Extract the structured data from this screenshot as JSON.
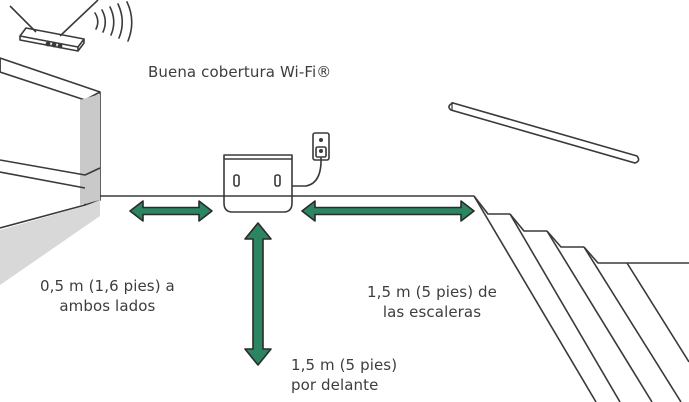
{
  "labels": {
    "wifi_coverage": "Buena cobertura Wi-Fi®",
    "sides_line1": "0,5 m (1,6 pies) a",
    "sides_line2": "ambos lados",
    "stairs_line1": "1,5 m (5 pies) de",
    "stairs_line2": "las escaleras",
    "front_line1": "1,5 m (5 pies)",
    "front_line2": "por delante"
  },
  "colors": {
    "arrow_fill": "#2a8560",
    "arrow_stroke": "#2b2b2b",
    "line": "#3a3a3a",
    "shadow": "#d6d6d6"
  }
}
